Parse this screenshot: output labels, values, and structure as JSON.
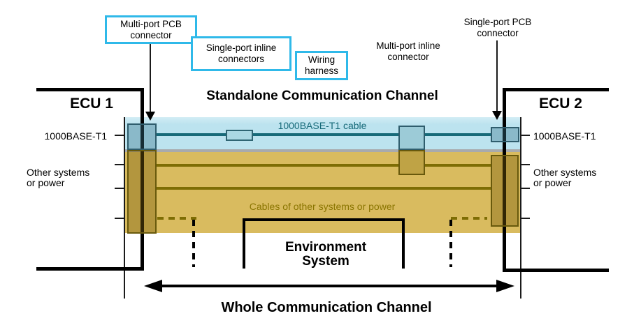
{
  "diagram": {
    "top_labels": {
      "multi_port_pcb": "Multi-port PCB\nconnector",
      "single_port_inline": "Single-port inline\nconnectors",
      "wiring_harness": "Wiring\nharness",
      "multi_port_inline": "Multi-port inline\nconnector",
      "single_port_pcb": "Single-port PCB\nconnector"
    },
    "titles": {
      "standalone_channel": "Standalone Communication Channel",
      "whole_channel": "Whole Communication Channel",
      "environment_system": "Environment\nSystem"
    },
    "ecu": {
      "left": "ECU 1",
      "right": "ECU 2"
    },
    "side_labels": {
      "left_port": "1000BASE-T1",
      "left_other": "Other systems\nor power",
      "right_port": "1000BASE-T1",
      "right_other": "Other systems\nor power"
    },
    "band_labels": {
      "t1_cable": "1000BASE-T1 cable",
      "other_cables": "Cables of other systems or power"
    },
    "colors": {
      "callout_border": "#2fb9e9",
      "t1_band": "#bce3ef",
      "t1_cable": "#176a79",
      "power_band": "#d9bb5f",
      "power_cable": "#7e6d04",
      "power_text": "#8a7500",
      "divider_gray": "#a8aaad",
      "line_black": "#000000"
    }
  }
}
